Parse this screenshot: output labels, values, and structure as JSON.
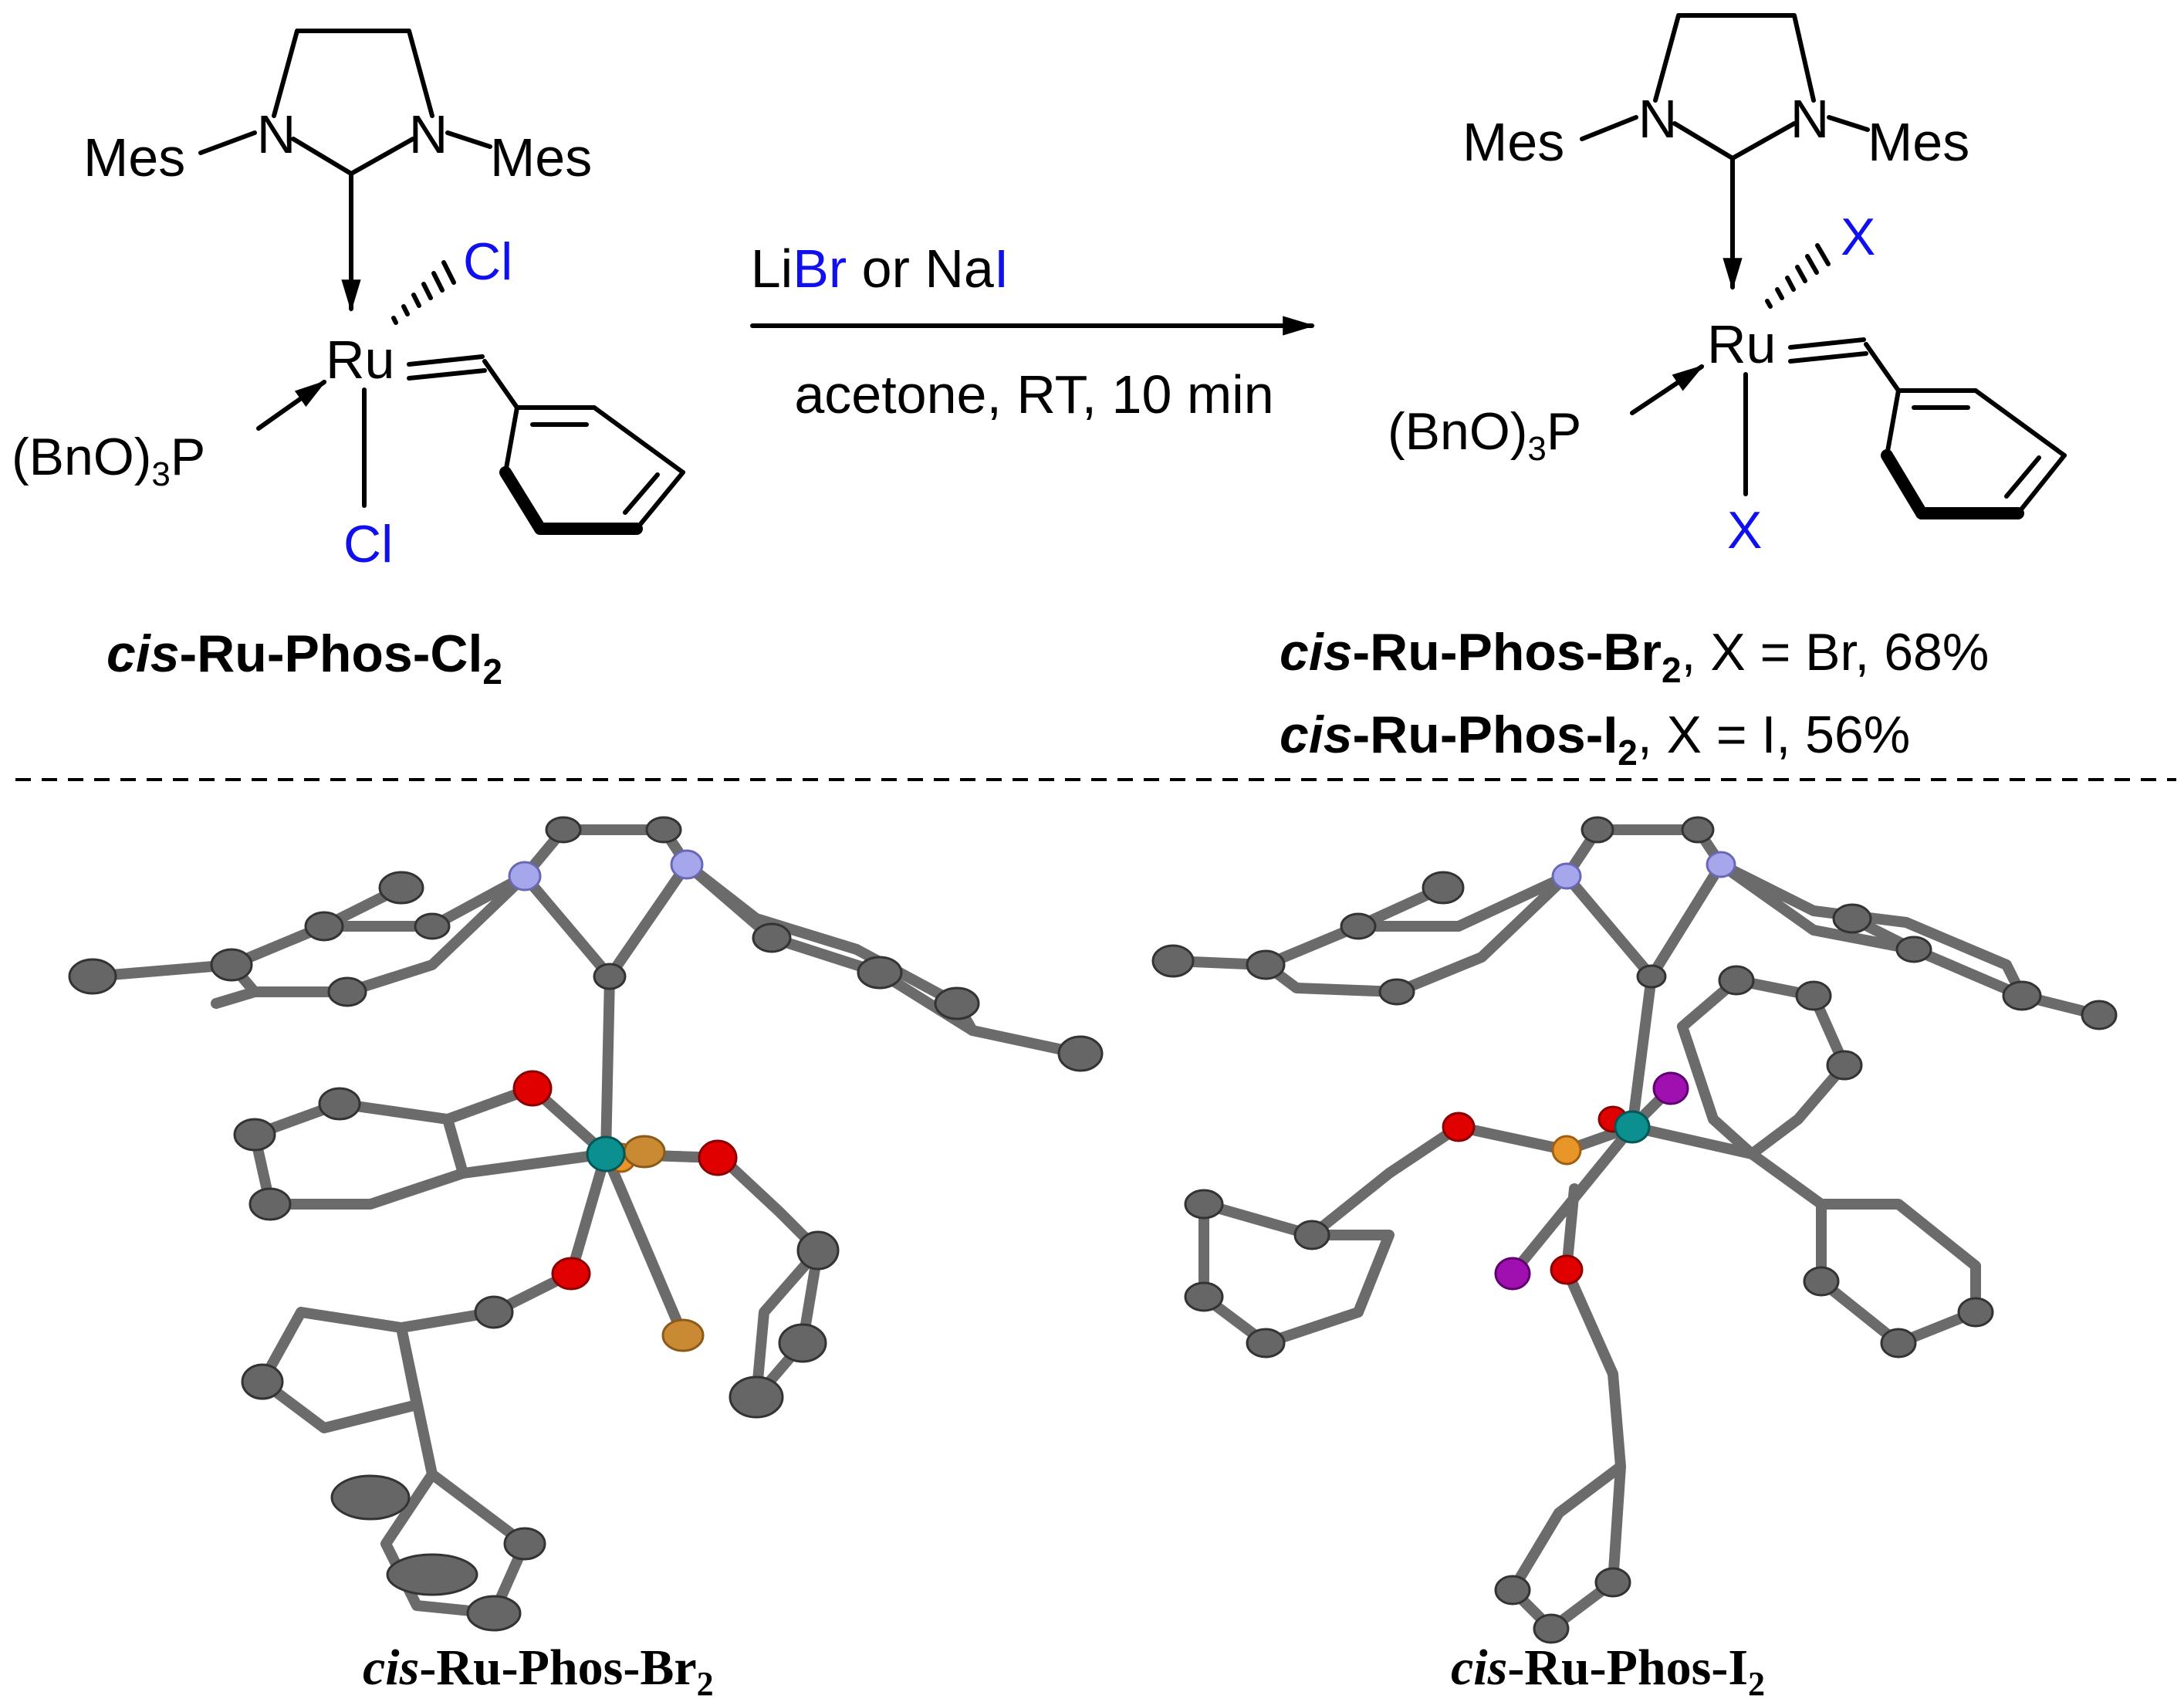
{
  "reaction": {
    "reagent_prefix": "Li",
    "reagent_br": "Br",
    "reagent_mid": " or Na",
    "reagent_i": "I",
    "conditions": "acetone, RT,  10 min"
  },
  "reactant": {
    "n_label": "N",
    "mes_label": "Mes",
    "ru_label": "Ru",
    "cl_label": "Cl",
    "phosphite_main": "(BnO)",
    "phosphite_sub": "3",
    "phosphite_p": "P",
    "name_italic": "cis",
    "name_main": "-Ru-Phos-Cl",
    "name_sub": "2"
  },
  "product": {
    "x_label": "X",
    "name_br_italic": "cis",
    "name_br_main": "-Ru-Phos-Br",
    "name_br_sub": "2",
    "name_br_tail": ", X = Br, 68%",
    "name_i_italic": "cis",
    "name_i_main": "-Ru-Phos-I",
    "name_i_sub": "2",
    "name_i_tail": ", X = I, 56%"
  },
  "crystal": {
    "left_italic": "cis",
    "left_main": "-Ru-Phos-Br",
    "left_sub": "2",
    "right_italic": "cis",
    "right_main": "-Ru-Phos-I",
    "right_sub": "2"
  },
  "colors": {
    "halide_text": "#1010ee",
    "carbon": "#666666",
    "nitrogen": "#a6a6ec",
    "oxygen": "#e00000",
    "phosphorus": "#e8962a",
    "ruthenium": "#0c8f8f",
    "bromine": "#c98a33",
    "iodine": "#a010b0"
  }
}
